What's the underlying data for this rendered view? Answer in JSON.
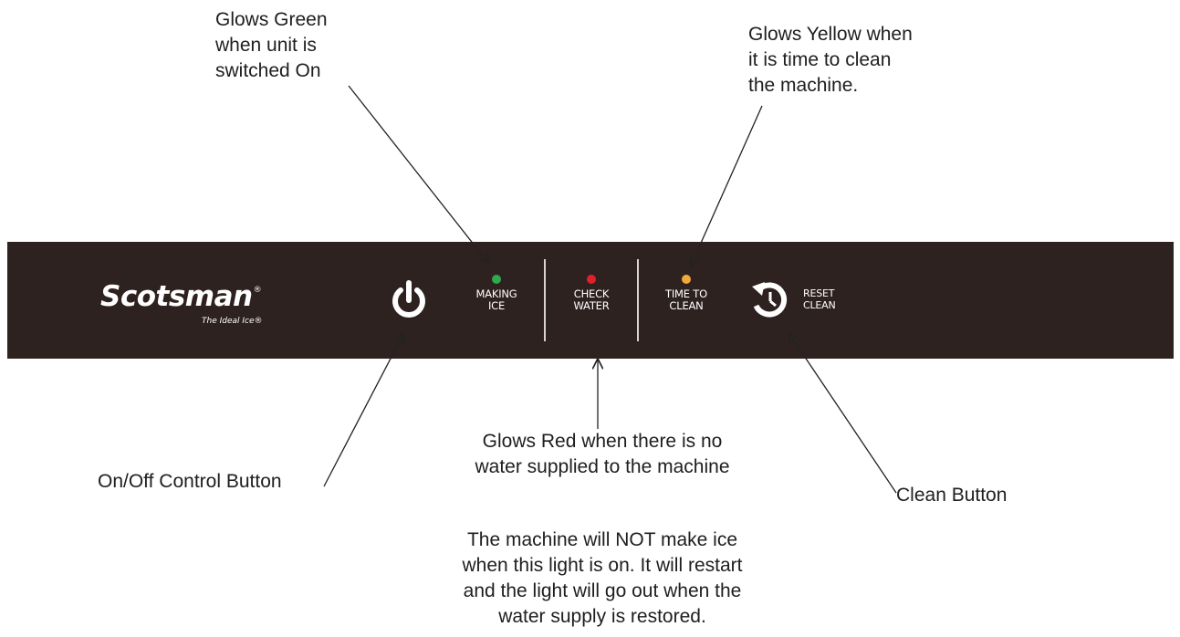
{
  "callouts": {
    "green": "Glows Green\nwhen unit is\nswitched On",
    "yellow": "Glows Yellow when\nit is time to clean\nthe machine.",
    "red": "Glows Red when there is no\nwater supplied to the machine",
    "onoff": "On/Off Control Button",
    "clean": "Clean Button",
    "note": "The machine will NOT make ice\nwhen this light is on. It will restart\nand the light will go out when the\nwater supply is restored."
  },
  "panel": {
    "brand": "Scotsman",
    "brand_mark": "®",
    "tagline": "The Ideal Ice®",
    "background_color": "#2e2220",
    "power_icon": "power-icon",
    "reset_icon": "reset-clock-icon",
    "indicators": [
      {
        "label": "MAKING\nICE",
        "color": "#2fa84f"
      },
      {
        "label": "CHECK\nWATER",
        "color": "#e0202a"
      },
      {
        "label": "TIME TO\nCLEAN",
        "color": "#f2a93b"
      }
    ],
    "reset_label": "RESET\nCLEAN"
  }
}
